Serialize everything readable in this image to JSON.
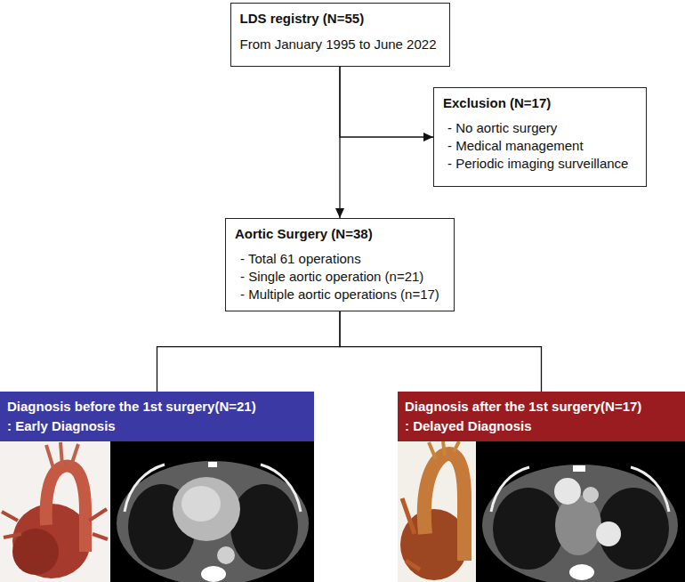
{
  "diagram": {
    "nodes": [
      {
        "text": [
          "LDS registry (N=55)",
          "From January 1995 to June 2022"
        ]
      },
      {
        "text": [
          "Exclusion (N=17)",
          "- No aortic surgery",
          "- Medical management",
          "- Periodic imaging surveillance"
        ]
      },
      {
        "text": [
          "Aortic Surgery (N=38)",
          "- Total 61 operations",
          "- Single aortic operation (n=21)",
          "- Multiple aortic operations (n=17)"
        ]
      },
      {
        "text": [
          "Diagnosis before the 1st surgery(N=21)",
          ": Early Diagnosis"
        ]
      },
      {
        "text": [
          "Diagnosis after the 1st surgery(N=17)",
          ": Delayed Diagnosis"
        ]
      }
    ],
    "edges": [
      {
        "from": 0,
        "to": 2,
        "arrow": "to"
      },
      {
        "from": 0,
        "to": 1,
        "arrow": "to"
      },
      {
        "from": 2,
        "to": 3,
        "arrow": "none"
      },
      {
        "from": 2,
        "to": 4,
        "arrow": "none"
      }
    ]
  }
}
